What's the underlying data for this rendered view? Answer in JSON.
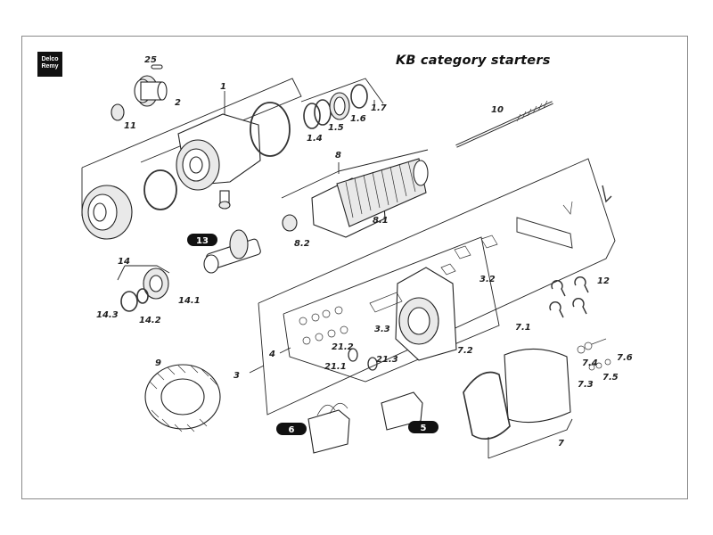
{
  "logo": {
    "line1": "Delco",
    "line2": "Remy"
  },
  "title": "KB category starters",
  "labels": {
    "l25": "25",
    "l2": "2",
    "l11": "11",
    "l1": "1",
    "l1_7": "1.7",
    "l1_6": "1.6",
    "l1_5": "1.5",
    "l1_4": "1.4",
    "l10": "10",
    "l8": "8",
    "l8_1": "8.1",
    "l8_2": "8.2",
    "l13": "13",
    "l14": "14",
    "l14_1": "14.1",
    "l14_2": "14.2",
    "l14_3": "14.3",
    "l3_2": "3.2",
    "l3_3": "3.3",
    "l12": "12",
    "l4": "4",
    "l3": "3",
    "l7_1": "7.1",
    "l7_2": "7.2",
    "l21_2": "21.2",
    "l21_1": "21.1",
    "l21_3": "21.3",
    "l9": "9",
    "l7_4": "7.4",
    "l7_6": "7.6",
    "l7_3": "7.3",
    "l7_5": "7.5",
    "l6": "6",
    "l5": "5",
    "l7": "7"
  }
}
